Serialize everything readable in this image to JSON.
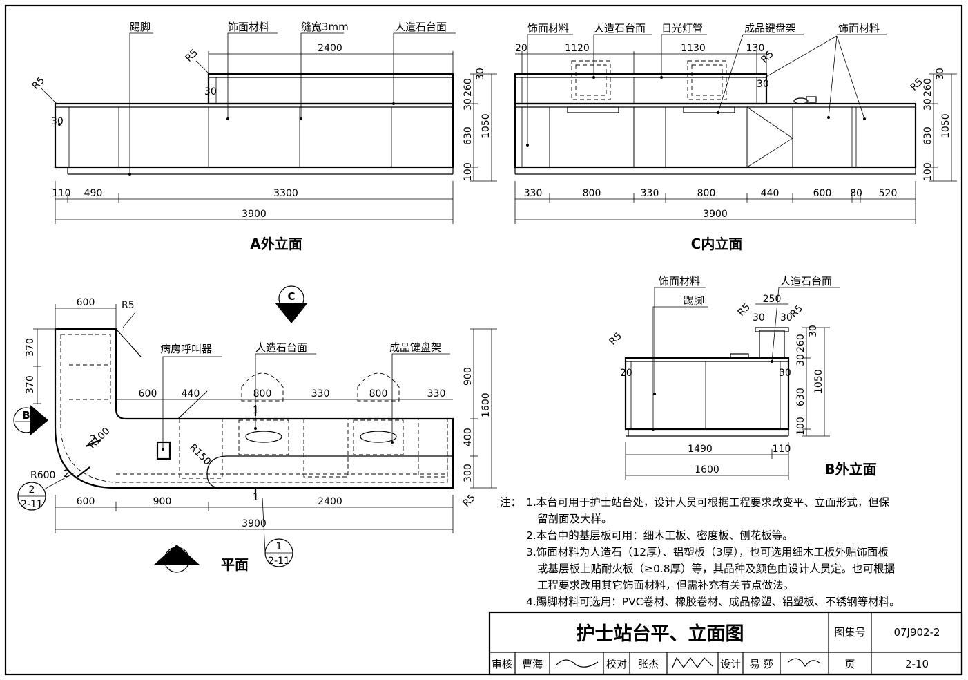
{
  "sheet": {
    "title": "护士站台平、立面图",
    "atlas_label": "图集号",
    "atlas_no": "07J902-2",
    "page_label": "页",
    "page_no": "2-10",
    "review_label": "审核",
    "reviewer": "曹海",
    "check_label": "校对",
    "checker": "张杰",
    "design_label": "设计",
    "designer": "易 莎"
  },
  "views": {
    "a_elev": {
      "title": "A外立面",
      "labels": {
        "kick": "踢脚",
        "finish": "饰面材料",
        "gap": "缝宽3mm",
        "stone": "人造石台面",
        "r5a": "R5",
        "r5b": "R5"
      },
      "dims": {
        "top": "2400",
        "d30": "30",
        "d30b": "30",
        "h260": "260",
        "h30": "30",
        "h630": "630",
        "h1050": "1050",
        "h100": "100",
        "w110": "110",
        "w490": "490",
        "w3300": "3300",
        "total": "3900"
      }
    },
    "c_elev": {
      "title": "C内立面",
      "labels": {
        "finish1": "饰面材料",
        "stone": "人造石台面",
        "lamp": "日光灯管",
        "keyboard": "成品键盘架",
        "finish2": "饰面材料",
        "r5a": "R5",
        "r5b": "R5"
      },
      "dims": {
        "d20": "20",
        "d1120": "1120",
        "d1130": "1130",
        "d130": "130",
        "d30": "30",
        "h30": "30",
        "h260": "260",
        "h30b": "30",
        "h630": "630",
        "h1050": "1050",
        "h100": "100",
        "w330": "330",
        "w800": "800",
        "w330b": "330",
        "w800b": "800",
        "w440": "440",
        "w600": "600",
        "w80": "80",
        "w520": "520",
        "total": "3900"
      }
    },
    "b_elev": {
      "title": "B外立面",
      "labels": {
        "finish": "饰面材料",
        "kick": "踢脚",
        "stone": "人造石台面",
        "r5a": "R5",
        "r5b": "R5",
        "r5c": "R5"
      },
      "dims": {
        "d250": "250",
        "d30a": "30",
        "d30b": "30",
        "d20": "20",
        "d30c": "30",
        "h30": "30",
        "h260": "260",
        "h30b": "30",
        "h630": "630",
        "h1050": "1050",
        "h100": "100",
        "w1490": "1490",
        "w110": "110",
        "total": "1600"
      }
    },
    "plan": {
      "title": "平面",
      "labels": {
        "r5": "R5",
        "call": "病房呼叫器",
        "stone": "人造石台面",
        "keyboard": "成品键盘架",
        "r100": "R100",
        "r150": "R150",
        "r600": "R600",
        "r5b": "R5"
      },
      "dims": {
        "w600top": "600",
        "h370a": "370",
        "h370b": "370",
        "d600": "600",
        "d440": "440",
        "d800a": "800",
        "d330a": "330",
        "d800b": "800",
        "d330b": "330",
        "h900": "900",
        "h1600": "1600",
        "h400": "400",
        "h300": "300",
        "w600": "600",
        "w900": "900",
        "w2400": "2400",
        "total": "3900",
        "sec2": "2",
        "sec2b": "2",
        "sec1": "1",
        "sec1b": "1"
      },
      "markers": {
        "c": "C",
        "b": "B",
        "a": "A",
        "det2_no": "2",
        "det2_page": "2-11",
        "det1_no": "1",
        "det1_page": "2-11"
      }
    }
  },
  "notes": {
    "label": "注：",
    "items": [
      "1.本台可用于护士站台处，设计人员可根据工程要求改变平、立面形式，但保",
      "留剖面及大样。",
      "2.本台中的基层板可用：细木工板、密度板、刨花板等。",
      "3.饰面材料为人造石（12厚）、铝塑板（3厚），也可选用细木工板外贴饰面板",
      "或基层板上贴耐火板（≥0.8厚）等，其品种及颜色由设计人员定。也可根据",
      "工程要求改用其它饰面材料，但需补充有关节点做法。",
      "4.踢脚材料可选用：PVC卷材、橡胶卷材、成品橡塑、铝塑板、不锈钢等材料。"
    ]
  }
}
